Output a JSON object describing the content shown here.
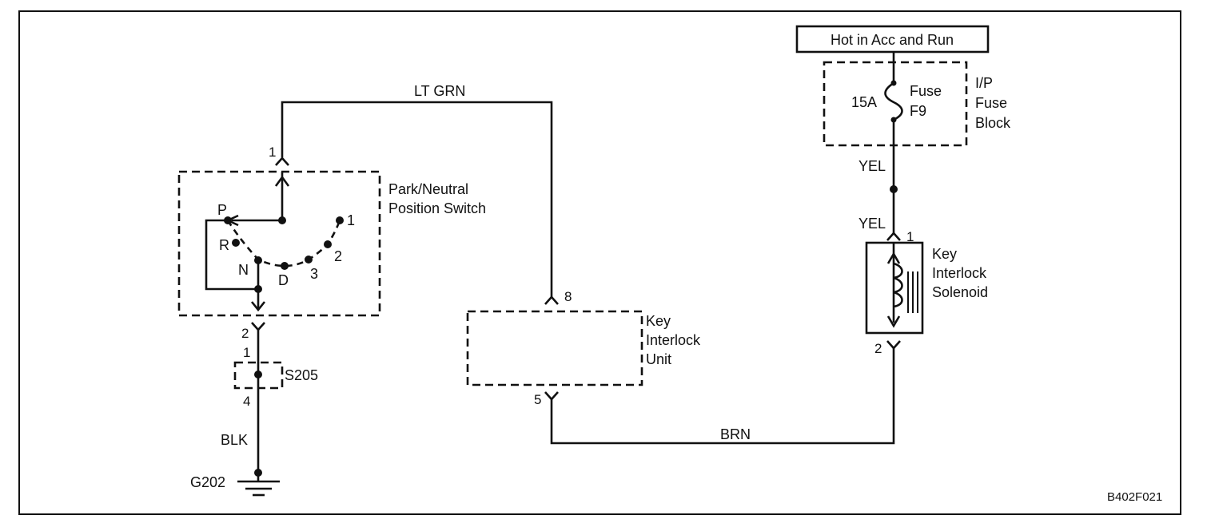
{
  "power_label": "Hot in Acc and Run",
  "fuse_block": {
    "rating": "15A",
    "name_line1": "Fuse",
    "name_line2": "F9",
    "block_line1": "I/P",
    "block_line2": "Fuse",
    "block_line3": "Block"
  },
  "wires": {
    "lt_grn": "LT GRN",
    "yel_upper": "YEL",
    "yel_lower": "YEL",
    "brn": "BRN",
    "blk": "BLK"
  },
  "pn_switch": {
    "name_line1": "Park/Neutral",
    "name_line2": "Position Switch",
    "pin_top": "1",
    "pin_bottom": "2",
    "positions": [
      "P",
      "R",
      "N",
      "D",
      "3",
      "2",
      "1"
    ]
  },
  "key_interlock_unit": {
    "line1": "Key",
    "line2": "Interlock",
    "line3": "Unit",
    "pin_in": "8",
    "pin_out": "5"
  },
  "solenoid": {
    "line1": "Key",
    "line2": "Interlock",
    "line3": "Solenoid",
    "pin_top": "1",
    "pin_bottom": "2"
  },
  "splice": {
    "name": "S205",
    "pin_top": "1",
    "pin_bottom": "4"
  },
  "ground": {
    "name": "G202"
  },
  "diagram_id": "B402F021"
}
